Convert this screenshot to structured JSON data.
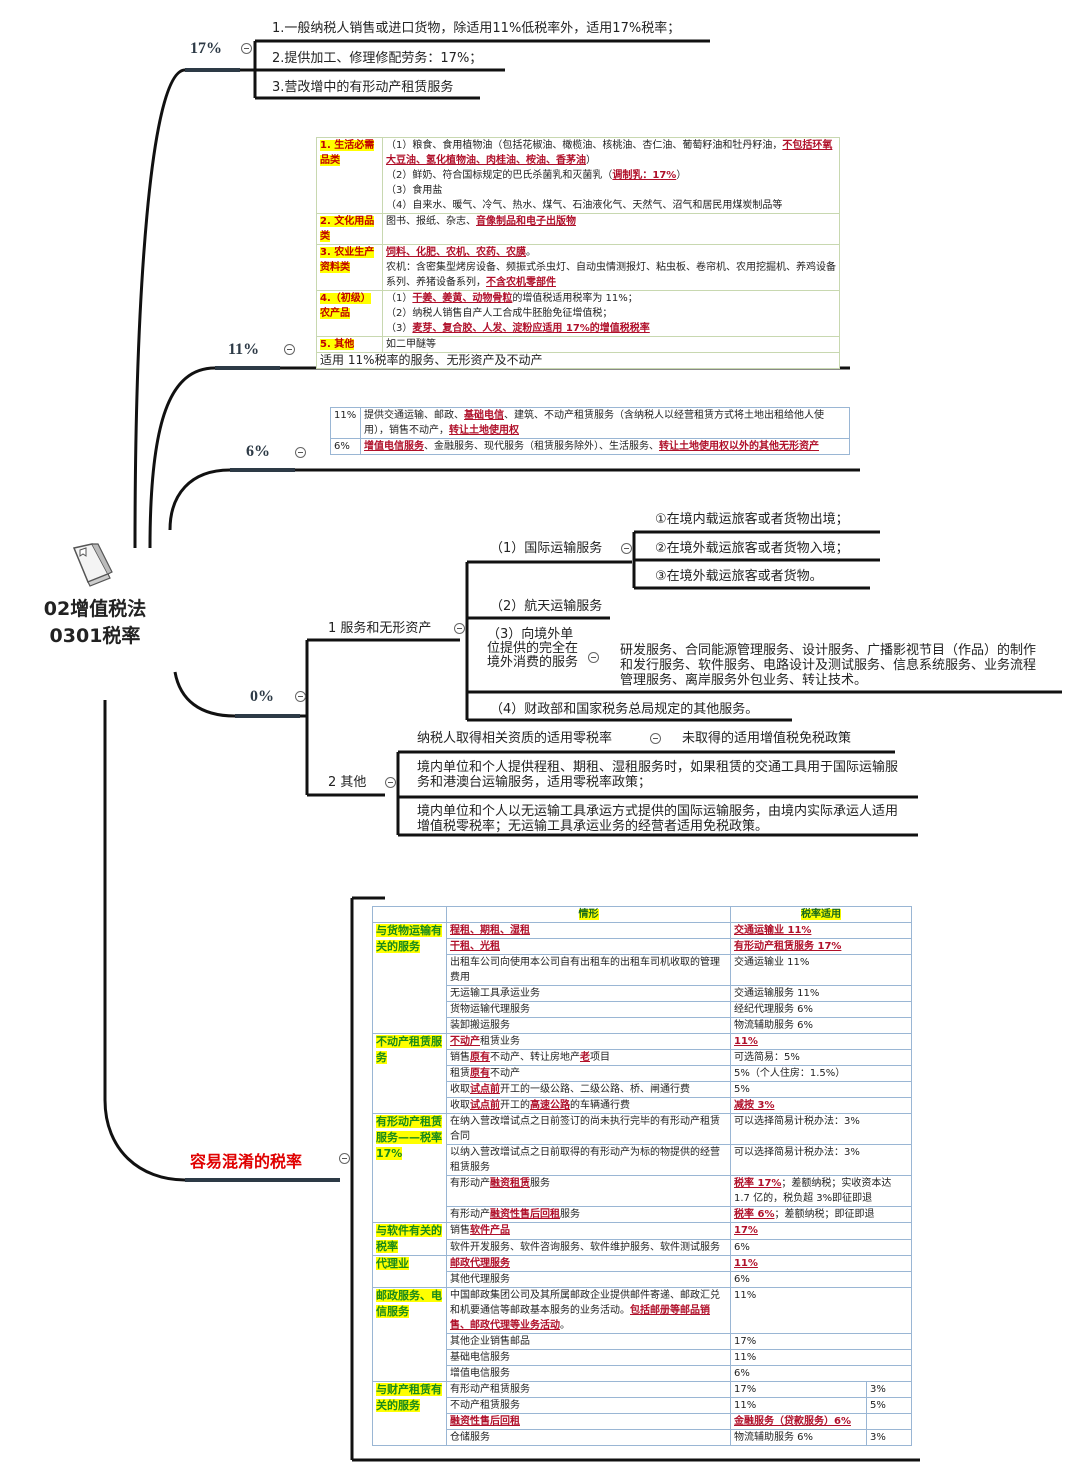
{
  "root": {
    "title": "02增值税法0301税率",
    "icon": "book-icon"
  },
  "b17": {
    "label": "17%",
    "items": [
      "1.一般纳税人销售或进口货物，除适用11%低税率外，适用17%税率；",
      "2.提供加工、修理修配劳务：17%；",
      "3.营改增中的有形动产租赁服务"
    ]
  },
  "b11": {
    "label": "11%",
    "rows": [
      {
        "cat": "1. 生活必需品类",
        "paras": [
          [
            "（1）粮食、食用植物油（包括花椒油、橄榄油、核桃油、杏仁油、葡萄籽油和牡丹籽油，",
            {
              "t": "不包括环氧大豆油、氢化植物油、肉桂油、桉油、香茅油",
              "r": 1
            },
            "）"
          ],
          [
            "（2）鲜奶、符合国标规定的巴氏杀菌乳和灭菌乳（",
            {
              "t": "调制乳：17%",
              "r": 1
            },
            "）"
          ],
          [
            "（3）食用盐"
          ],
          [
            "（4）自来水、暖气、冷气、热水、煤气、石油液化气、天然气、沼气和居民用煤炭制品等"
          ]
        ]
      },
      {
        "cat": "2. 文化用品类",
        "paras": [
          [
            "图书、报纸、杂志、",
            {
              "t": "音像制品和电子出版物",
              "r": 1
            }
          ]
        ]
      },
      {
        "cat": "3. 农业生产资料类",
        "paras": [
          [
            {
              "t": "饲料、化肥、农机、农药、农膜",
              "r": 1
            },
            "。"
          ],
          [
            "农机：含密集型烤房设备、频振式杀虫灯、自动虫情测报灯、粘虫板、卷帘机、农用挖掘机、养鸡设备系列、养猪设备系列，",
            {
              "t": "不含农机零部件",
              "r": 1
            }
          ]
        ]
      },
      {
        "cat": "4.（初级）农产品",
        "paras": [
          [
            "（1）",
            {
              "t": "干姜、姜黄、动物骨粒",
              "r": 1
            },
            "的增值税适用税率为 11%；"
          ],
          [
            "（2）纳税人销售自产人工合成牛胚胎免征增值税；"
          ],
          [
            "（3）",
            {
              "t": "麦芽、复合胶、人发、淀粉应适用 17%的增值税税率",
              "r": 1
            }
          ]
        ]
      },
      {
        "cat": "5. 其他",
        "paras": [
          [
            "如二甲醚等"
          ]
        ]
      }
    ],
    "footer": "适用 11%税率的服务、无形资产及不动产"
  },
  "b6": {
    "label": "6%",
    "rows": [
      {
        "rate": "11%",
        "segs": [
          "提供交通运输、邮政、",
          {
            "t": "基础电信",
            "r": 1
          },
          "、建筑、不动产租赁服务（含纳税人以经营租赁方式将土地出租给他人使用），销售不动产，",
          {
            "t": "转让土地使用权",
            "r": 1
          }
        ]
      },
      {
        "rate": "6%",
        "segs": [
          {
            "t": "增值电信服务",
            "r": 1
          },
          "、金融服务、现代服务（租赁服务除外）、生活服务、",
          {
            "t": "转让土地使用权以外的其他无形资产",
            "r": 1
          }
        ]
      }
    ]
  },
  "b0": {
    "label": "0%",
    "services": {
      "label": "1 服务和无形资产",
      "intl": {
        "label": "（1）国际运输服务",
        "items": [
          "①在境内载运旅客或者货物出境；",
          "②在境外载运旅客或者货物入境；",
          "③在境外载运旅客或者货物。"
        ]
      },
      "space": "（2）航天运输服务",
      "abroad": {
        "label": "（3）向境外单位提供的完全在境外消费的服务",
        "detail": "研发服务、合同能源管理服务、设计服务、广播影视节目（作品）的制作和发行服务、软件服务、电路设计及测试服务、信息系统服务、业务流程管理服务、离岸服务外包业务、转让技术。"
      },
      "other": "（4）财政部和国家税务总局规定的其他服务。"
    },
    "others": {
      "label": "2 其他",
      "qual": "纳税人取得相关资质的适用零税率",
      "qual_child": "未取得的适用增值税免税政策",
      "items": [
        "境内单位和个人提供程租、期租、湿租服务时，如果租赁的交通工具用于国际运输服务和港澳台运输服务，适用零税率政策；",
        "境内单位和个人以无运输工具承运方式提供的国际运输服务，由境内实际承运人适用增值税零税率；无运输工具承运业务的经营者适用免税政策。"
      ]
    }
  },
  "confuse": {
    "label": "容易混淆的税率",
    "headers": [
      "情形",
      "税率适用"
    ],
    "groups": [
      {
        "cat": "与货物运输有关的服务",
        "rows": [
          {
            "s": [
              {
                "t": "程租、期租、湿租",
                "r": 1
              }
            ],
            "v": [
              {
                "t": "交通运输业 11%",
                "r": 1
              }
            ]
          },
          {
            "s": [
              {
                "t": "干租、光租",
                "r": 1
              }
            ],
            "v": [
              {
                "t": "有形动产租赁服务 17%",
                "r": 1
              }
            ]
          },
          {
            "s": [
              "出租车公司向使用本公司自有出租车的出租车司机收取的管理费用"
            ],
            "v": [
              "交通运输业 11%"
            ]
          },
          {
            "s": [
              "无运输工具承运业务"
            ],
            "v": [
              "交通运输服务 11%"
            ]
          },
          {
            "s": [
              "货物运输代理服务"
            ],
            "v": [
              "经纪代理服务 6%"
            ]
          },
          {
            "s": [
              "装卸搬运服务"
            ],
            "v": [
              "物流辅助服务 6%"
            ]
          }
        ]
      },
      {
        "cat": "不动产租赁服务",
        "rows": [
          {
            "s": [
              {
                "t": "不动产",
                "r": 1
              },
              "租赁业务"
            ],
            "v": [
              {
                "t": "11%",
                "r": 1
              }
            ]
          },
          {
            "s": [
              "销售",
              {
                "t": "原有",
                "r": 1
              },
              "不动产、转让房地产",
              {
                "t": "老",
                "r": 1
              },
              "项目"
            ],
            "v": [
              "可选简易：5%"
            ]
          },
          {
            "s": [
              "租赁",
              {
                "t": "原有",
                "r": 1
              },
              "不动产"
            ],
            "v": [
              "5%（个人住房：1.5%）"
            ]
          },
          {
            "s": [
              "收取",
              {
                "t": "试点前",
                "r": 1
              },
              "开工的一级公路、二级公路、桥、闸通行费"
            ],
            "v": [
              "5%"
            ]
          },
          {
            "s": [
              "收取",
              {
                "t": "试点前",
                "r": 1
              },
              "开工的",
              {
                "t": "高速公路",
                "r": 1
              },
              "的车辆通行费"
            ],
            "v": [
              {
                "t": "减按 3%",
                "r": 1
              }
            ]
          }
        ]
      },
      {
        "cat": "有形动产租赁服务——税率17%",
        "rows": [
          {
            "s": [
              "在纳入营改增试点之日前签订的尚未执行完毕的有形动产租赁合同"
            ],
            "v": [
              "可以选择简易计税办法：3%"
            ]
          },
          {
            "s": [
              "以纳入营改增试点之日前取得的有形动产为标的物提供的经营租赁服务"
            ],
            "v": [
              "可以选择简易计税办法：3%"
            ]
          },
          {
            "s": [
              "有形动产",
              {
                "t": "融资租赁",
                "r": 1
              },
              "服务"
            ],
            "v": [
              {
                "t": "税率 17%",
                "r": 1
              },
              "；差额纳税；实收资本达 1.7 亿的，税负超 3%即征即退"
            ]
          },
          {
            "s": [
              "有形动产",
              {
                "t": "融资性售后回租",
                "r": 1
              },
              "服务"
            ],
            "v": [
              {
                "t": "税率 6%",
                "r": 1
              },
              "；差额纳税；即征即退"
            ]
          }
        ]
      },
      {
        "cat": "与软件有关的税率",
        "rows": [
          {
            "s": [
              "销售",
              {
                "t": "软件产品",
                "r": 1
              }
            ],
            "v": [
              {
                "t": "17%",
                "r": 1
              }
            ]
          },
          {
            "s": [
              "软件开发服务、软件咨询服务、软件维护服务、软件测试服务"
            ],
            "v": [
              "6%"
            ]
          }
        ]
      },
      {
        "cat": "代理业",
        "rows": [
          {
            "s": [
              {
                "t": "邮政代理服务",
                "r": 1
              }
            ],
            "v": [
              {
                "t": "11%",
                "r": 1
              }
            ]
          },
          {
            "s": [
              "其他代理服务"
            ],
            "v": [
              "6%"
            ]
          }
        ]
      },
      {
        "cat": "邮政服务、电信服务",
        "rows": [
          {
            "s": [
              "中国邮政集团公司及其所属邮政企业提供邮件寄递、邮政汇兑和机要通信等邮政基本服务的业务活动。",
              {
                "t": "包括邮册等邮品销售、邮政代理等业务活动",
                "r": 1
              },
              "。"
            ],
            "v": [
              "11%"
            ]
          },
          {
            "s": [
              "其他企业销售邮品"
            ],
            "v": [
              "17%"
            ]
          },
          {
            "s": [
              "基础电信服务"
            ],
            "v": [
              "11%"
            ]
          },
          {
            "s": [
              "增值电信服务"
            ],
            "v": [
              "6%"
            ]
          }
        ]
      },
      {
        "cat": "与财产租赁有关的服务",
        "split": true,
        "rows": [
          {
            "s": [
              "有形动产租赁服务"
            ],
            "v": [
              "17%"
            ],
            "x": "3%"
          },
          {
            "s": [
              "不动产租赁服务"
            ],
            "v": [
              "11%"
            ],
            "x": "5%"
          },
          {
            "s": [
              {
                "t": "融资性售后回租",
                "r": 1
              }
            ],
            "v": [
              {
                "t": "金融服务（贷款服务）6%",
                "r": 1
              }
            ],
            "x": ""
          },
          {
            "s": [
              "仓储服务"
            ],
            "v": [
              "物流辅助服务 6%"
            ],
            "x": "3%"
          }
        ]
      }
    ]
  }
}
